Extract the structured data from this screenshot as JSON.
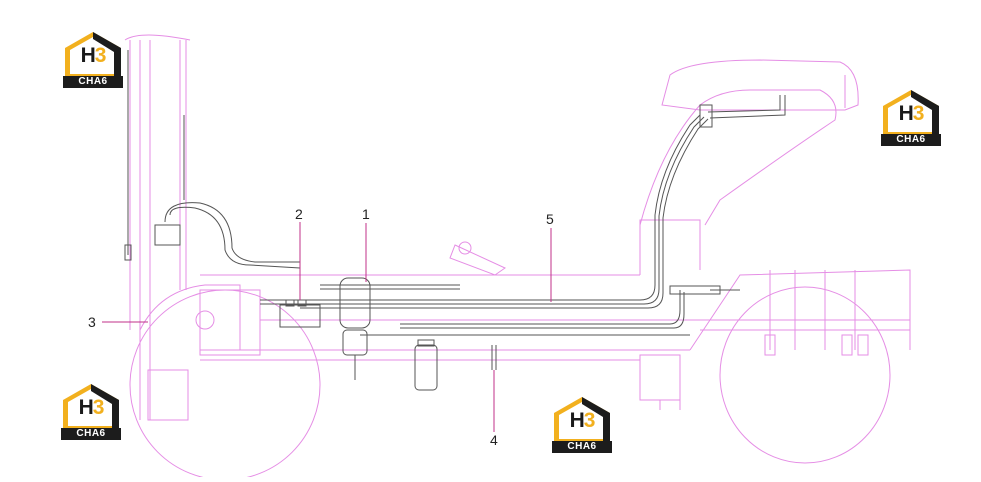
{
  "diagram": {
    "callouts": [
      {
        "id": "1",
        "label": "1"
      },
      {
        "id": "2",
        "label": "2"
      },
      {
        "id": "3",
        "label": "3"
      },
      {
        "id": "4",
        "label": "4"
      },
      {
        "id": "5",
        "label": "5"
      }
    ]
  },
  "watermark": {
    "brand": "H3",
    "subtitle": "CHA6"
  },
  "colors": {
    "chassis_outline": "#e58ee5",
    "hydraulic_lines": "#555555",
    "leader_lines": "#c0308a",
    "logo_yellow": "#f2b01e",
    "logo_dark": "#1c1c1c"
  }
}
